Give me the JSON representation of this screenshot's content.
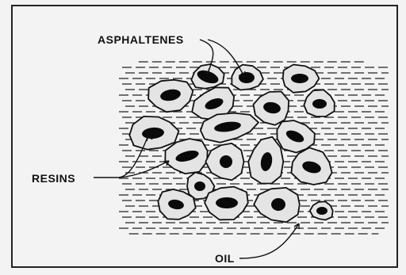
{
  "labels": {
    "asphaltenes": "ASPHALTENES",
    "resins": "RESINS",
    "oil": "OIL"
  },
  "colors": {
    "ink": "#111111",
    "resin_fill": "#e4e4e4",
    "asphaltene_core": "#0a0a0a",
    "background": "#f3f3f3"
  }
}
